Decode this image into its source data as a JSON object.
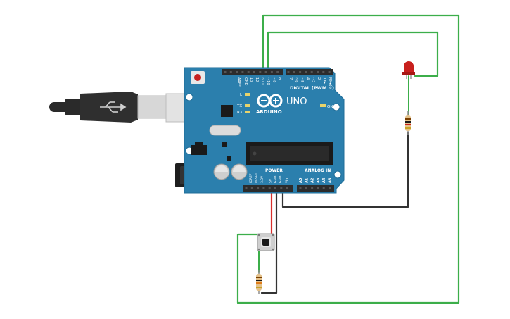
{
  "board": {
    "brand": "ARDUINO",
    "model": "UNO",
    "digital_header_title": "DIGITAL (PWM ~)",
    "power_title": "POWER",
    "analog_title": "ANALOG IN",
    "led_labels": [
      "L",
      "TX",
      "RX"
    ],
    "on_label": "ON",
    "aref_label": "AREF",
    "digital_pins": [
      "GND",
      "13",
      "12",
      "~11",
      "~10",
      "~9",
      "8",
      "7",
      "~6",
      "~5",
      "4",
      "~3",
      "2",
      "TX▸1",
      "RX◂0"
    ],
    "power_pins": [
      "IOREF",
      "RESET",
      "3.3V",
      "5V",
      "GND",
      "GND",
      "Vin"
    ],
    "analog_pins": [
      "A0",
      "A1",
      "A2",
      "A3",
      "A4",
      "A5"
    ]
  },
  "colors": {
    "board": "#2b7fad",
    "board_edge": "#1f6d98",
    "header": "#2c2c2c",
    "wire_green": "#3cae4a",
    "wire_red": "#d9302c",
    "wire_black": "#333333",
    "led": "#c8201d",
    "usb_body": "#2a2a2a",
    "usb_metal": "#d7d7d7"
  },
  "components": {
    "led": "led-red",
    "resistor_led": "resistor",
    "pushbutton": "pushbutton",
    "resistor_button": "resistor",
    "usb": "usb-b-cable"
  }
}
